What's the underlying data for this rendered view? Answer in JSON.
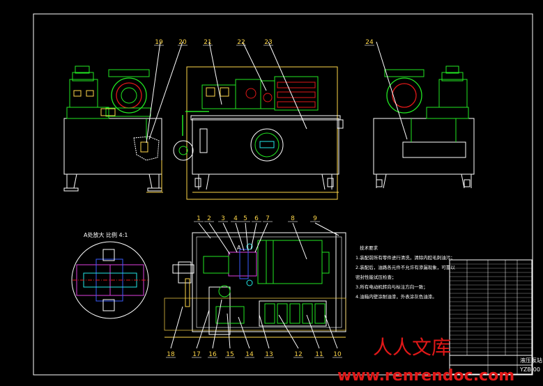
{
  "drawing": {
    "top_callouts": [
      "19",
      "20",
      "21",
      "22",
      "23",
      "24"
    ],
    "bottom_callouts_top": [
      "1",
      "2",
      "3",
      "4",
      "5",
      "6",
      "7",
      "8",
      "9"
    ],
    "bottom_callouts_bottom": [
      "18",
      "17",
      "16",
      "15",
      "14",
      "13",
      "12",
      "11",
      "10"
    ],
    "section_marker": "A",
    "detail_title": "A处放大 比例 4:1",
    "tech_req_title": "技术要求",
    "tech_req_lines": [
      "1.装配前所有零件进行清洗，清除内腔毛刺油污；",
      "2.装配后，油路各元件不允许有渗漏现象，可靠以",
      "  密封性能试压检查；",
      "3.所有电动机转向与标注方向一致；",
      "4.油箱内壁涂耐油漆，外表涂灰色油漆。"
    ],
    "title_block_name": "液压泵站",
    "title_block_code": "YZB-00"
  },
  "watermark": {
    "line1": "人人文库",
    "line2": "www.renrendoc.com"
  },
  "colors": {
    "background": "#000000",
    "frame": "#ffffff",
    "green": "#22e822",
    "cyan": "#22e8e8",
    "yellow": "#ffd84a",
    "magenta": "#e040e0",
    "blue": "#3a5cff",
    "red": "#e01818"
  }
}
